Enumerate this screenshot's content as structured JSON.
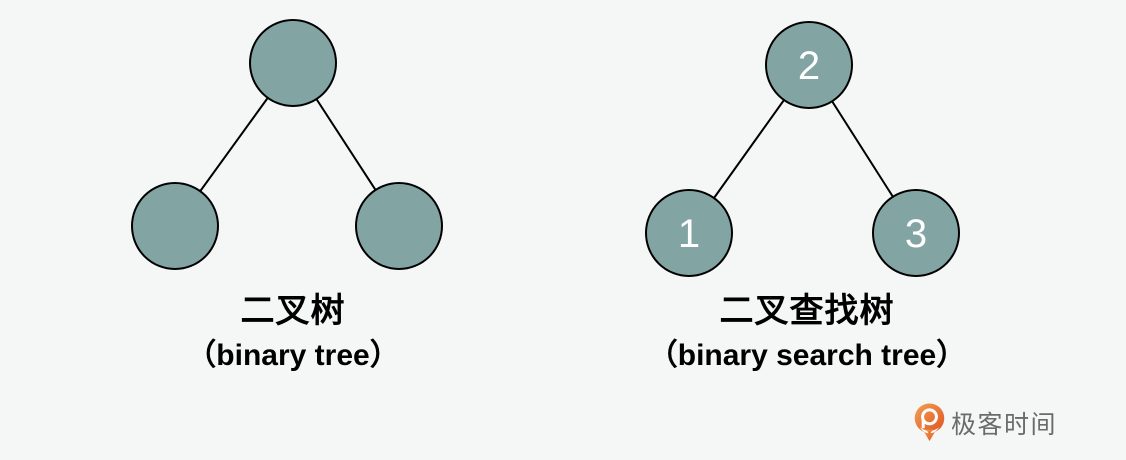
{
  "colors": {
    "background": "#f5f6f6",
    "node_fill": "#82a5a4",
    "node_stroke": "#000000",
    "edge_stroke": "#000000",
    "node_label_color": "#ffffff",
    "caption_color": "#000000",
    "logo_text_color": "#6b6b6b",
    "logo_orange_light": "#f2a055",
    "logo_orange_dark": "#df5420"
  },
  "trees": [
    {
      "name": "binary tree",
      "caption_cn": "二叉树",
      "caption_en": "（binary tree）",
      "nodes": [
        {
          "position": "root",
          "label": ""
        },
        {
          "position": "left-child",
          "label": ""
        },
        {
          "position": "right-child",
          "label": ""
        }
      ]
    },
    {
      "name": "binary search tree",
      "caption_cn": "二叉查找树",
      "caption_en": "（binary search tree）",
      "nodes": [
        {
          "position": "root",
          "label": "2"
        },
        {
          "position": "left-child",
          "label": "1"
        },
        {
          "position": "right-child",
          "label": "3"
        }
      ]
    }
  ],
  "logo": {
    "text": "极客时间"
  }
}
